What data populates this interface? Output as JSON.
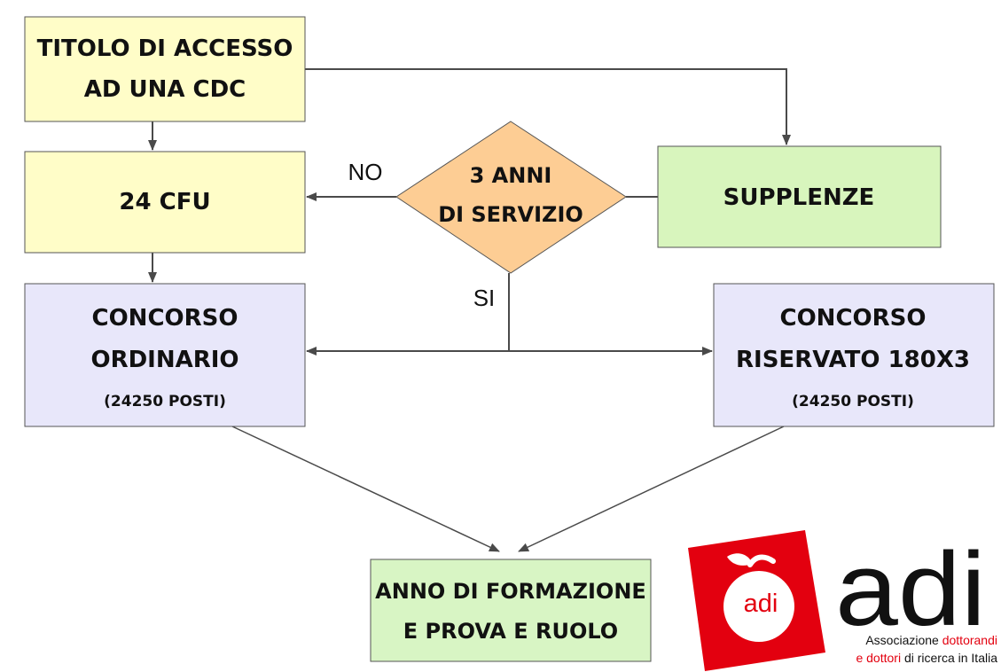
{
  "colors": {
    "yellow_box": "#fffdc8",
    "green_box": "#d8f5bd",
    "blue_box": "#e8e7fa",
    "formation_box": "#d8f5c4",
    "diamond": "#fdcd94",
    "line": "#4a4a4a",
    "logo_red": "#e3000f"
  },
  "nodes": {
    "titolo": {
      "line1": "TITOLO DI ACCESSO",
      "line2": "AD UNA CDC"
    },
    "cfu": {
      "line1": "24 CFU"
    },
    "servizio": {
      "line1": "3 ANNI",
      "line2": "DI SERVIZIO"
    },
    "supplenze": {
      "line1": "SUPPLENZE"
    },
    "ordinario": {
      "line1": "CONCORSO",
      "line2": "ORDINARIO",
      "line3": "(24250 POSTI)"
    },
    "riservato": {
      "line1": "CONCORSO",
      "line2": "RISERVATO 180X3",
      "line3": "(24250 POSTI)"
    },
    "formazione": {
      "line1": "ANNO DI FORMAZIONE",
      "line2": "E PROVA E RUOLO"
    }
  },
  "edge_labels": {
    "no": "NO",
    "si": "SI"
  },
  "logo": {
    "mark_text": "adi",
    "wordmark": "adi",
    "tagline": {
      "w1": "Associazione",
      "w2": "dottorandi",
      "w3": "e",
      "w4": "dottori",
      "w5": "di ricerca in Italia"
    }
  }
}
